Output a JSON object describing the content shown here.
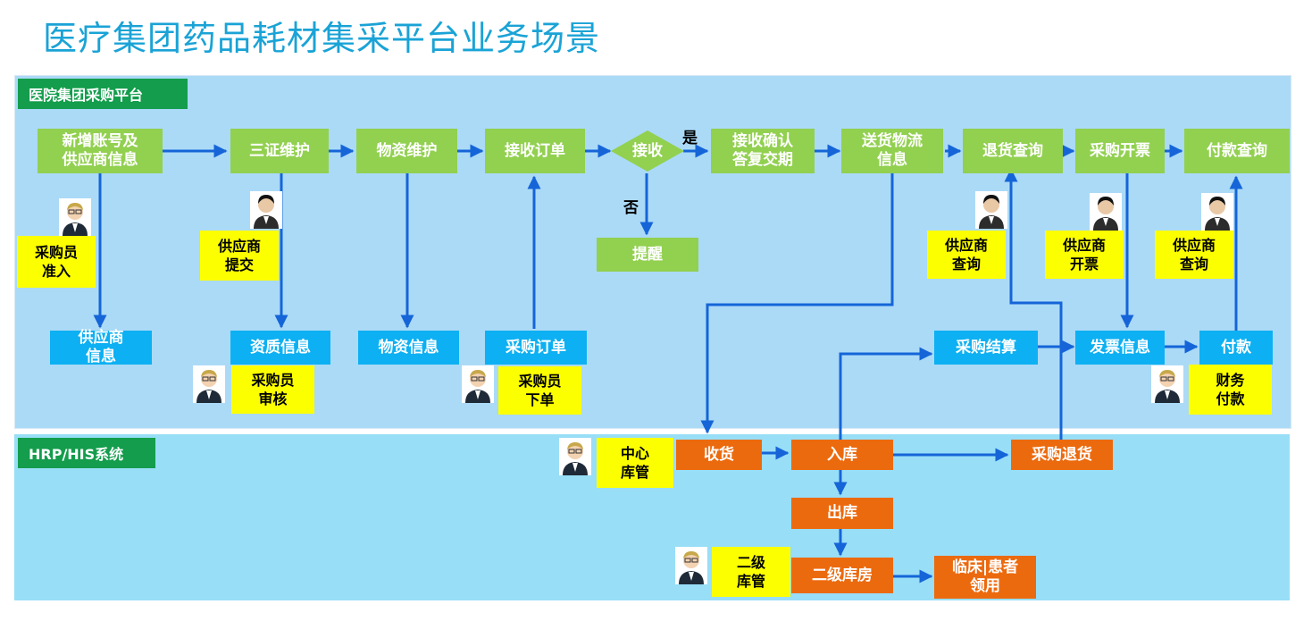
{
  "title": "医疗集团药品耗材集采平台业务场景",
  "lanes": {
    "top": "医院集团采购平台",
    "bottom": "HRP/HIS系统"
  },
  "process": {
    "new_account": "新增账号及\n供应商信息",
    "three_cert": "三证维护",
    "material_maint": "物资维护",
    "receive_order": "接收订单",
    "decision": "接收",
    "yes": "是",
    "no": "否",
    "remind": "提醒",
    "confirm_receipt": "接收确认\n答复交期",
    "delivery_logistics": "送货物流\n信息",
    "return_query": "退货查询",
    "purchase_invoice": "采购开票",
    "payment_query": "付款查询"
  },
  "info": {
    "supplier_info": "供应商\n信息",
    "qualification_info": "资质信息",
    "material_info": "物资信息",
    "purchase_order": "采购订单",
    "purchase_settlement": "采购结算",
    "invoice_info": "发票信息",
    "payment": "付款"
  },
  "roles": {
    "buyer_admit": "采购员\n准入",
    "supplier_submit": "供应商\n提交",
    "buyer_review": "采购员\n审核",
    "buyer_order": "采购员\n下单",
    "supplier_query_1": "供应商\n查询",
    "supplier_invoice": "供应商\n开票",
    "supplier_query_2": "供应商\n查询",
    "finance_pay": "财务\n付款",
    "central_keeper": "中心\n库管",
    "secondary_keeper": "二级\n库管"
  },
  "hrp": {
    "receiving": "收货",
    "stock_in": "入库",
    "purchase_return": "采购退货",
    "stock_out": "出库",
    "secondary_store": "二级库房",
    "clinical_use": "临床|患者\n领用"
  },
  "colors": {
    "title": "#1aa3d6",
    "process": "#92d050",
    "info": "#0db0f2",
    "hrp": "#ec6a0e",
    "role": "#fcff00",
    "lane_tag": "#139d4c",
    "arrow": "#1565d8"
  }
}
